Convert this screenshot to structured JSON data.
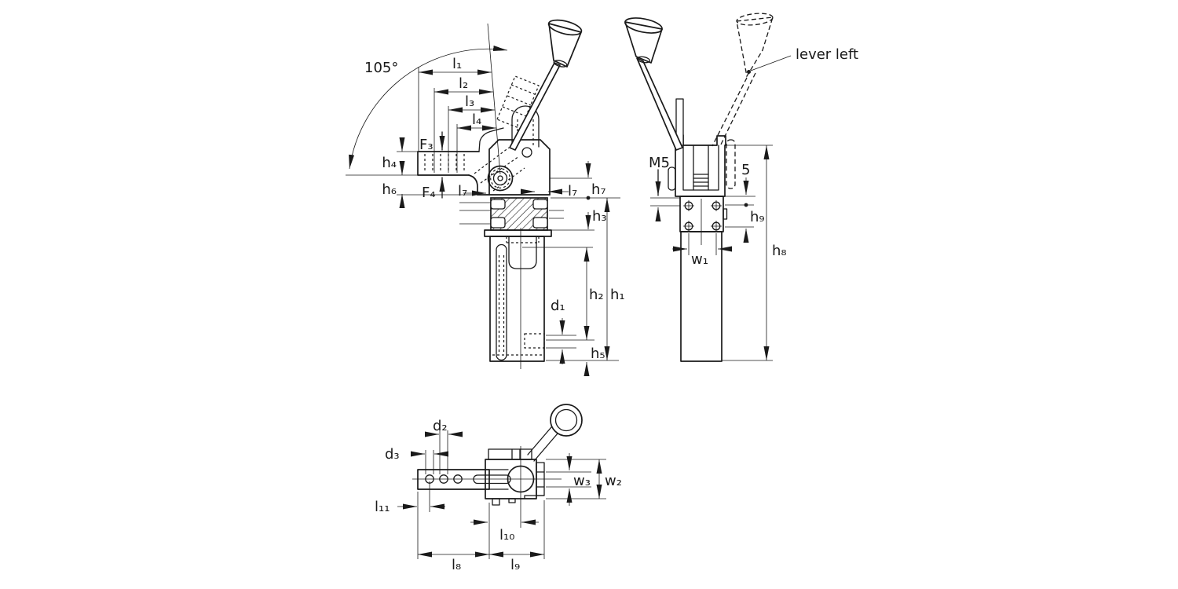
{
  "colors": {
    "line": "#1a1a1a",
    "background": "#ffffff"
  },
  "diagram": {
    "labels": {
      "angle": "105°",
      "l1": "l₁",
      "l2": "l₂",
      "l3": "l₃",
      "l4": "l₄",
      "l7": "l₇",
      "l8": "l₈",
      "l9": "l₉",
      "l10": "l₁₀",
      "l11": "l₁₁",
      "h1": "h₁",
      "h2": "h₂",
      "h3": "h₃",
      "h4": "h₄",
      "h5": "h₅",
      "h6": "h₆",
      "h7": "h₇",
      "h8": "h₈",
      "h9": "h₉",
      "f3": "F₃",
      "f4": "F₄",
      "d1": "d₁",
      "d2": "d₂",
      "d3": "d₃",
      "w1": "w₁",
      "w2": "w₂",
      "w3": "w₃",
      "m5": "M5",
      "five": "5",
      "lever_left": "lever left"
    }
  }
}
